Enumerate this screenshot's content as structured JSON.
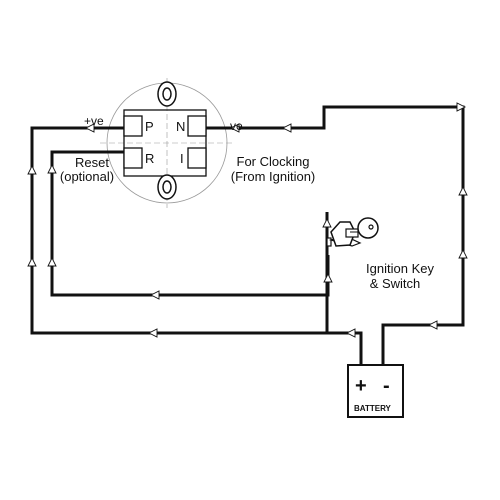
{
  "switch": {
    "pin_p": "P",
    "pin_n": "N",
    "pin_r": "R",
    "pin_i": "I"
  },
  "labels": {
    "pos": "+ve",
    "neg": "-ve",
    "reset_line1": "Reset",
    "reset_line2": "(optional)",
    "clock_line1": "For Clocking",
    "clock_line2": "(From Ignition)",
    "ignition_line1": "Ignition Key",
    "ignition_line2": "& Switch"
  },
  "battery": {
    "plus": "+",
    "minus": "-",
    "label": "BATTERY"
  }
}
